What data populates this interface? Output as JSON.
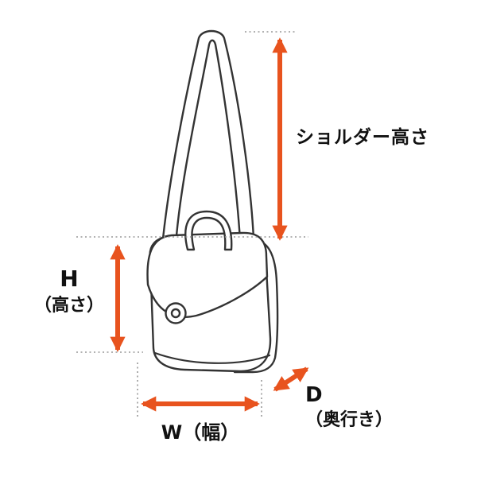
{
  "diagram": {
    "labels": {
      "shoulder_height": "ショルダー高さ",
      "height_symbol": "H",
      "height_name": "（高さ）",
      "width": "W（幅）",
      "depth_symbol": "D",
      "depth_name": "（奥行き）"
    },
    "colors": {
      "arrow": "#E8531E",
      "outline": "#333333",
      "guide": "#999999",
      "background": "#FFFFFF",
      "text": "#111111"
    }
  }
}
